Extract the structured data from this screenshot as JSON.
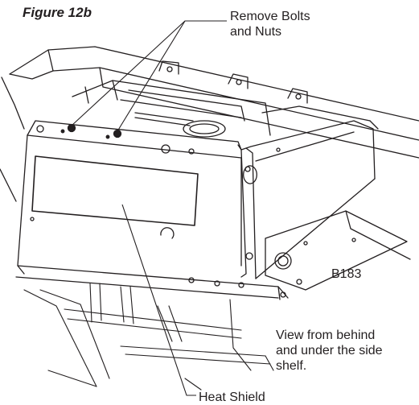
{
  "figure": {
    "title": "Figure 12b",
    "callout_remove": [
      "Remove Bolts",
      "and Nuts"
    ],
    "callout_view": [
      "View from behind",
      "and under the side",
      "shelf."
    ],
    "callout_heat": "Heat Shield",
    "drawing_code": "B183"
  }
}
